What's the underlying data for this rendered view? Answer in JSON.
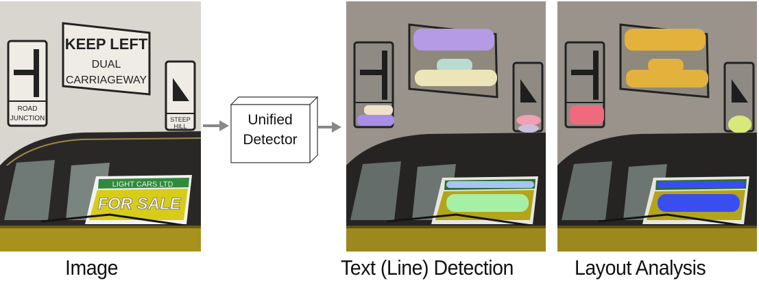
{
  "figure": {
    "panels": [
      {
        "id": "input",
        "caption": "Image"
      },
      {
        "id": "text-line-detection",
        "caption": "Text (Line) Detection"
      },
      {
        "id": "layout-analysis",
        "caption": "Layout Analysis"
      }
    ],
    "detector_box": {
      "line1": "Unified",
      "line2": "Detector"
    },
    "scene_text": {
      "main_sign": [
        "KEEP LEFT",
        "DUAL",
        "CARRIAGEWAY"
      ],
      "left_sign": [
        "ROAD",
        "JUNCTION"
      ],
      "right_sign": [
        "STEEP",
        "HILL"
      ],
      "car_sign": [
        "LIGHT CARS LTD",
        "FOR SALE"
      ]
    },
    "mask_colors": {
      "line_detection": {
        "keep_left": "#b59ae6",
        "dual": "#b9dcd0",
        "carriageway": "#ece5b8",
        "road": "#efe2c8",
        "junction": "#a88ee6",
        "steep": "#f0a0b4",
        "hill": "#c8c0d8",
        "light_cars": "#a8c4f0",
        "for_sale": "#a6f0a6"
      },
      "layout_analysis": {
        "main_sign": "#e3b23c",
        "left_sign": "#f06a7e",
        "right_sign": "#d8e87a",
        "car_sign": "#3a4ef0"
      }
    },
    "arrow_color": "#888888"
  }
}
